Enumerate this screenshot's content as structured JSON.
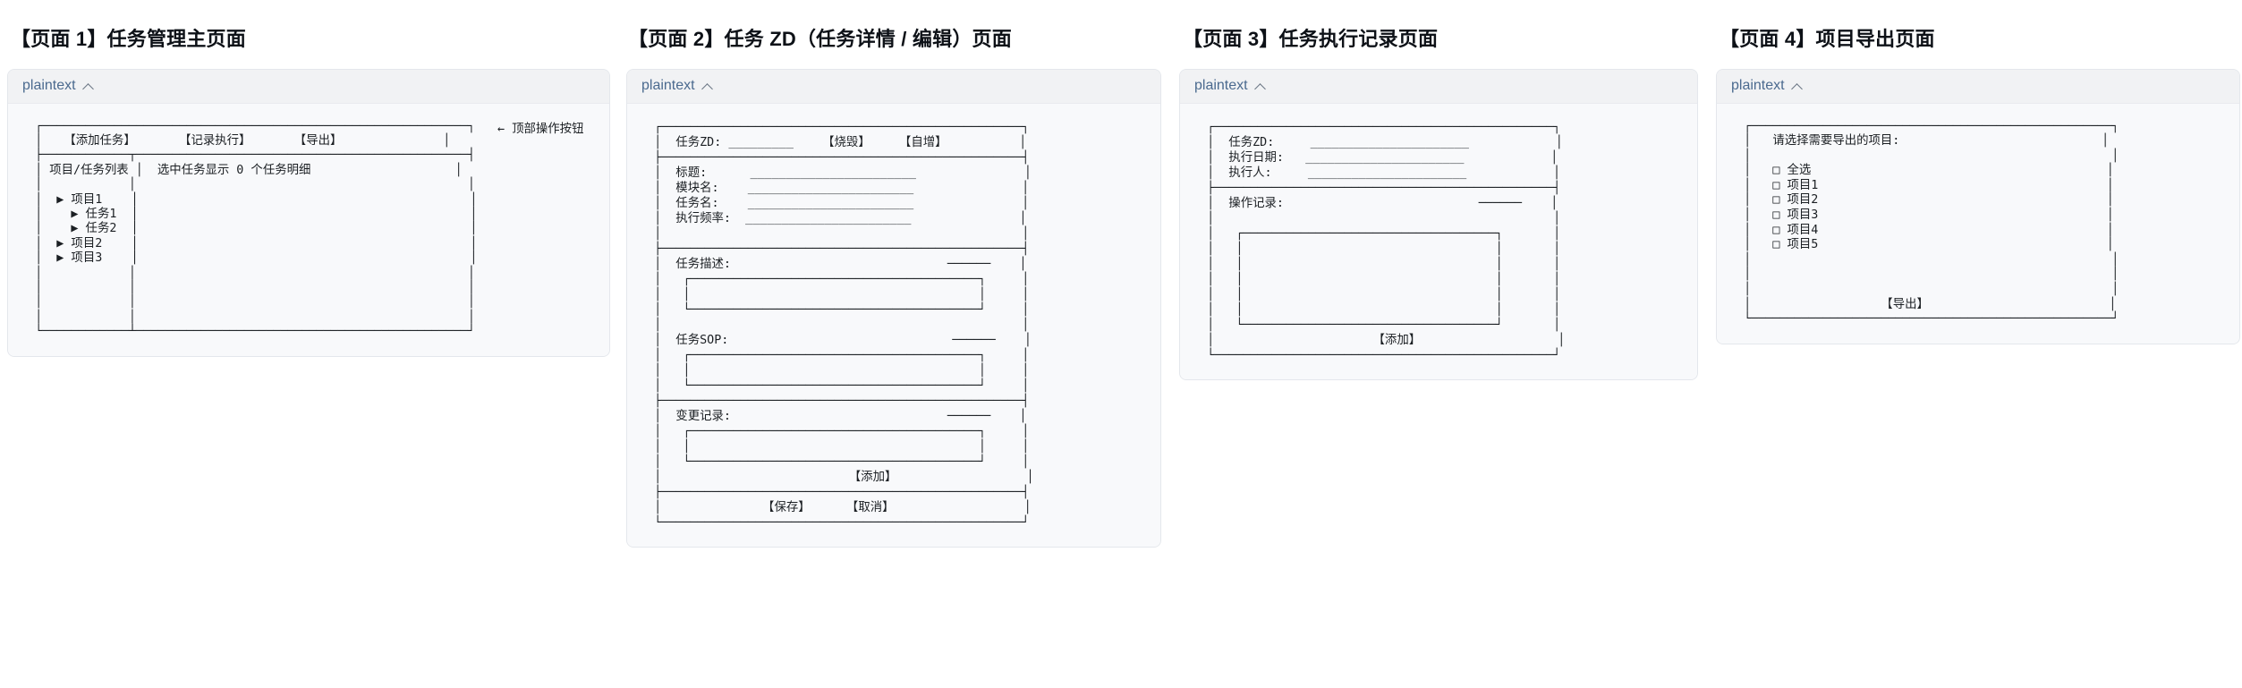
{
  "meta": {
    "accent_text": "#4b6a8f",
    "card_bg": "#f8f9fb",
    "card_header_bg": "#f1f2f4",
    "card_border": "#e4e7ec",
    "text": "#1b1f23"
  },
  "panels": [
    {
      "id": "page-1",
      "title": "【页面 1】任务管理主页面",
      "code_lang": "plaintext",
      "chevron_icon": "chevron-up-icon",
      "annotation": "← 顶部操作按钮",
      "buttons": [
        "【添加任务】",
        "【记录执行】",
        "【导出】"
      ],
      "left_pane_header": "项目/任务列表",
      "right_pane_header": "选中任务显示 0 个任务明细",
      "tree": [
        {
          "label": "项目1",
          "level": 0,
          "marker": "▶"
        },
        {
          "label": "任务1",
          "level": 1,
          "marker": "▶"
        },
        {
          "label": "任务2",
          "level": 1,
          "marker": "▶"
        },
        {
          "label": "项目2",
          "level": 0,
          "marker": "▶"
        },
        {
          "label": "项目3",
          "level": 0,
          "marker": "▶"
        }
      ],
      "ascii": "  ┌───────────────────────────────────────────────────────────┐\n  │   【添加任务】      【记录执行】      【导出】              │\n  ├────────────┬──────────────────────────────────────────────┤\n  │ 项目/任务列表 │  选中任务显示 0 个任务明细                    │\n  │            │                                              │\n  │  ▶ 项目1    │                                              │\n  │    ▶ 任务1  │                                              │\n  │    ▶ 任务2  │                                              │\n  │  ▶ 项目2    │                                              │\n  │  ▶ 项目3    │                                              │\n  │            │                                              │\n  │            │                                              │\n  │            │                                              │\n  │            │                                              │\n  └────────────┴──────────────────────────────────────────────┘"
    },
    {
      "id": "page-2",
      "title": "【页面 2】任务 ZD（任务详情 / 编辑）页面",
      "code_lang": "plaintext",
      "chevron_icon": "chevron-up-icon",
      "id_field_label": "任务ZD:",
      "id_actions": [
        "【烧毁】",
        "【自增】"
      ],
      "fields": [
        {
          "label": "标题:"
        },
        {
          "label": "模块名:"
        },
        {
          "label": "任务名:"
        },
        {
          "label": "执行频率:"
        }
      ],
      "sections": [
        {
          "label": "任务描述:"
        },
        {
          "label": "任务SOP:"
        },
        {
          "label": "变更记录:"
        }
      ],
      "add_button": "【添加】",
      "footer_buttons": [
        "【保存】",
        "【取消】"
      ],
      "ascii": "  ┌──────────────────────────────────────────────────┐\n  │  任务ZD: _________    【烧毁】    【自增】          │\n  ├──────────────────────────────────────────────────┤\n  │  标题:      _______________________               │\n  │  模块名:    _______________________               │\n  │  任务名:    _______________________               │\n  │  执行频率:  _______________________               │\n  │                                                  │\n  ├──────────────────────────────────────────────────┤\n  │  任务描述:                              ──────    │\n  │   ┌────────────────────────────────────────┐     │\n  │   │                                        │     │\n  │   └────────────────────────────────────────┘     │\n  │                                                  │\n  │  任务SOP:                               ──────    │\n  │   ┌────────────────────────────────────────┐     │\n  │   │                                        │     │\n  │   └────────────────────────────────────────┘     │\n  ├──────────────────────────────────────────────────┤\n  │  变更记录:                              ──────    │\n  │   ┌────────────────────────────────────────┐     │\n  │   │                                        │     │\n  │   └────────────────────────────────────────┘     │\n  │                          【添加】                  │\n  ├──────────────────────────────────────────────────┤\n  │              【保存】     【取消】                  │\n  └──────────────────────────────────────────────────┘"
    },
    {
      "id": "page-3",
      "title": "【页面 3】任务执行记录页面",
      "code_lang": "plaintext",
      "chevron_icon": "chevron-up-icon",
      "fields": [
        {
          "label": "任务ZD:"
        },
        {
          "label": "执行日期:"
        },
        {
          "label": "执行人:"
        }
      ],
      "log_label": "操作记录:",
      "add_button": "【添加】",
      "ascii": "  ┌───────────────────────────────────────────────┐\n  │  任务ZD:     ______________________            │\n  │  执行日期:   ______________________            │\n  │  执行人:     ______________________            │\n  ├───────────────────────────────────────────────┤\n  │  操作记录:                           ──────    │\n  │                                               │\n  │   ┌───────────────────────────────────┐       │\n  │   │                                   │       │\n  │   │                                   │       │\n  │   │                                   │       │\n  │   │                                   │       │\n  │   │                                   │       │\n  │   └───────────────────────────────────┘       │\n  │                      【添加】                   │\n  └───────────────────────────────────────────────┘"
    },
    {
      "id": "page-4",
      "title": "【页面 4】项目导出页面",
      "code_lang": "plaintext",
      "chevron_icon": "chevron-up-icon",
      "prompt": "请选择需要导出的项目:",
      "checkbox_glyph": "□",
      "options": [
        "全选",
        "项目1",
        "项目2",
        "项目3",
        "项目4",
        "项目5"
      ],
      "export_button": "【导出】",
      "ascii": "  ┌──────────────────────────────────────────────────┐\n  │   请选择需要导出的项目:                            │\n  │                                                  │\n  │   □ 全选                                         │\n  │   □ 项目1                                        │\n  │   □ 项目2                                        │\n  │   □ 项目3                                        │\n  │   □ 项目4                                        │\n  │   □ 项目5                                        │\n  │                                                  │\n  │                                                  │\n  │                                                  │\n  │                  【导出】                         │\n  └──────────────────────────────────────────────────┘"
    }
  ]
}
